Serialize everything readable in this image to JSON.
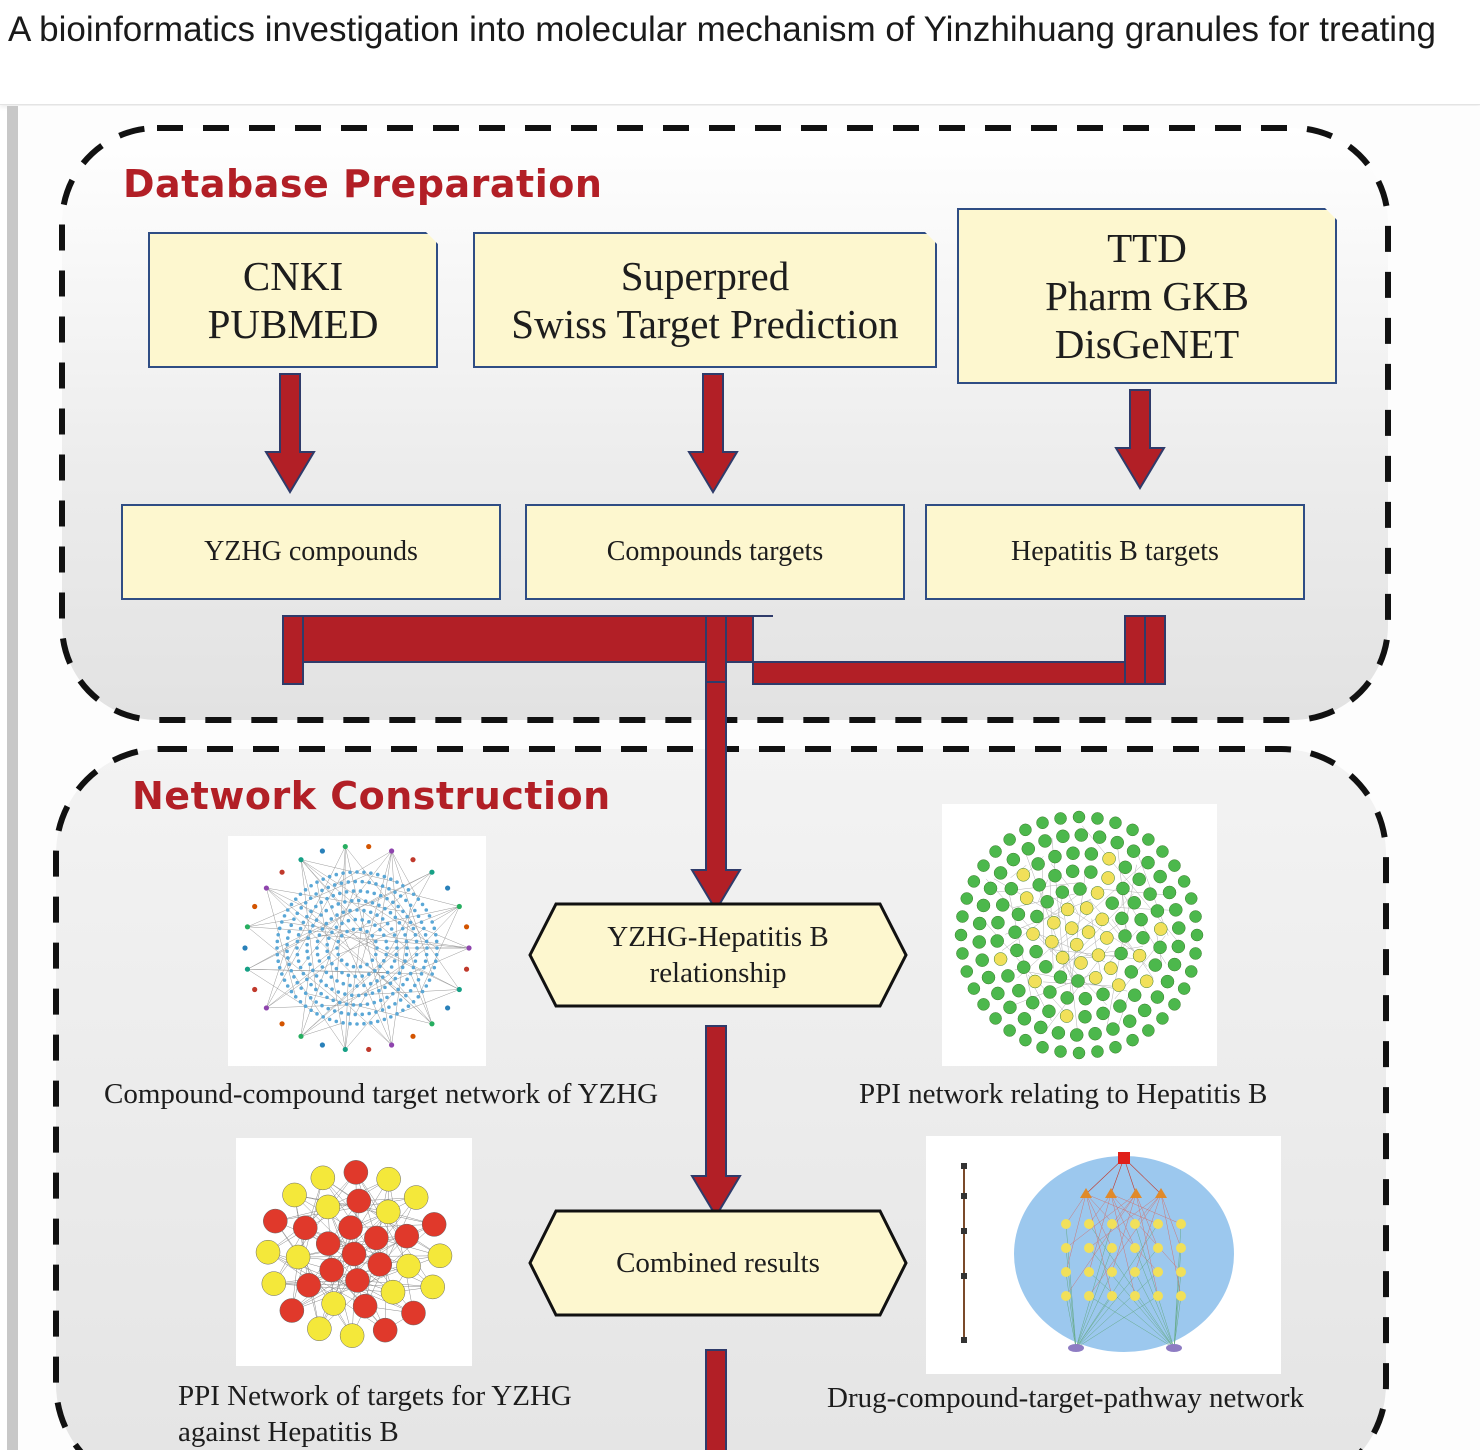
{
  "page": {
    "title": "A bioinformatics investigation into molecular mechanism of Yinzhihuang granules for treating"
  },
  "diagram": {
    "sections": {
      "database_preparation": "Database Preparation",
      "network_construction": "Network Construction"
    },
    "sources": {
      "literature": "CNKI\nPUBMED",
      "prediction": "Superpred\nSwiss Target Prediction",
      "disease": "TTD\nPharm GKB\nDisGeNET"
    },
    "datasets": {
      "compounds": "YZHG compounds",
      "compound_targets": "Compounds targets",
      "disease_targets": "Hepatitis B targets"
    },
    "steps": {
      "relationship": "YZHG-Hepatitis B\nrelationship",
      "combined": "Combined results"
    },
    "captions": {
      "compound_target_network": "Compound-compound target network of YZHG",
      "ppi_hbv": "PPI network relating to Hepatitis B",
      "ppi_targets": "PPI Network of targets for YZHG\n against Hepatitis B",
      "pathway_network": "Drug-compound-target-pathway network"
    },
    "colors": {
      "section_title": "#b21f26",
      "arrow": "#b21f26",
      "box_fill": "#fdf7cf",
      "box_border": "#2f4d84",
      "panel_fill": "#e9e9e9"
    }
  }
}
